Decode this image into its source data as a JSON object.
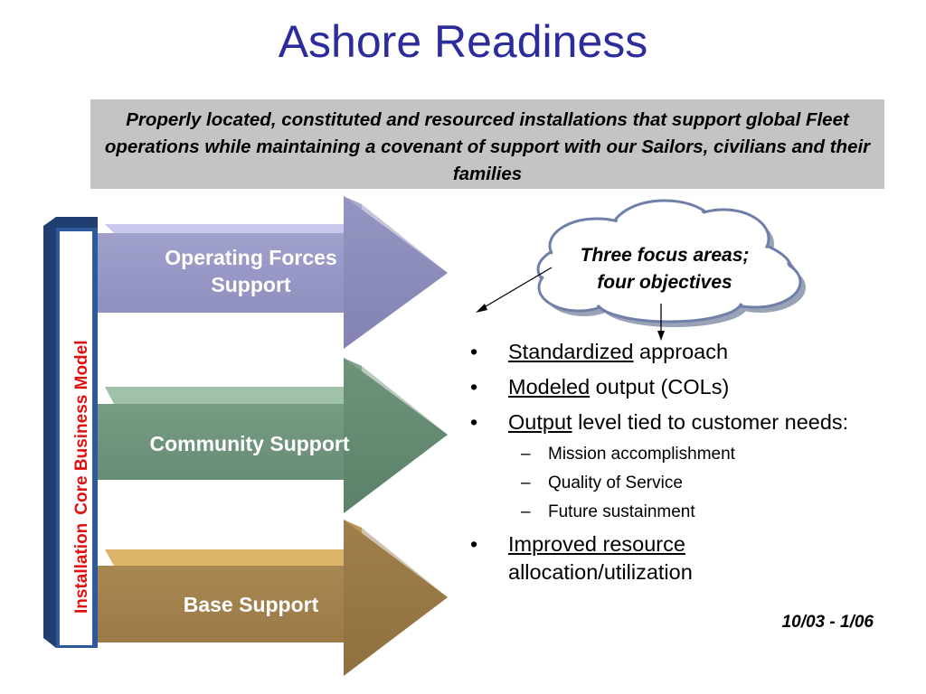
{
  "title": "Ashore Readiness",
  "mission": "Properly located, constituted and resourced installations that support global Fleet operations while maintaining a covenant of support with our Sailors, civilians and their families",
  "vertical_bar": {
    "installation": "Installation",
    "core_model": "Core Business Model"
  },
  "arrows": [
    {
      "label_line1": "Operating Forces",
      "label_line2": "Support",
      "color": "#9494c0"
    },
    {
      "label": "Community Support",
      "color": "#6e9178"
    },
    {
      "label": "Base Support",
      "color": "#a4824c"
    }
  ],
  "cloud": {
    "line1": "Three focus areas;",
    "line2": "four objectives"
  },
  "bullets": [
    {
      "underlined": "Standardized",
      "rest": " approach"
    },
    {
      "underlined": "Modeled",
      "rest": " output (COLs)"
    },
    {
      "underlined": "Output",
      "rest": " level tied to customer needs:"
    },
    {
      "underlined": "Improved resource",
      "rest": "allocation/utilization"
    }
  ],
  "sub_bullets": [
    "Mission accomplishment",
    "Quality of Service",
    "Future sustainment"
  ],
  "bullet_symbol": "•",
  "dash_symbol": "–",
  "date": "10/03 - 1/06",
  "colors": {
    "title": "#2c2c9c",
    "vertical_bar": "#2e5a9c",
    "vertical_text": "#e01010",
    "mission_bg": "#c4c4c4"
  }
}
